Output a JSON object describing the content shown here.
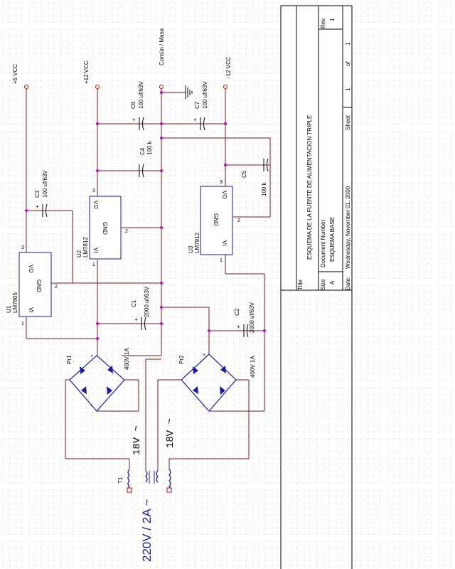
{
  "schematic": {
    "rails": {
      "p5": "+5 VCC",
      "p12": "+12 VCC",
      "gnd": "Común / Masa",
      "n12": "-12 VCC"
    },
    "regulators": [
      {
        "ref": "U1",
        "part": "LM7805",
        "vo": "VO",
        "gnd": "GND",
        "vi": "VI"
      },
      {
        "ref": "U2",
        "part": "LM7812",
        "vo": "VO",
        "gnd": "GND",
        "vi": "VI"
      },
      {
        "ref": "U3",
        "part": "LM7912",
        "vo": "VO",
        "gnd": "GND",
        "vi": "VI"
      }
    ],
    "capacitors": [
      {
        "ref": "C1",
        "value": "2000 uf/63V"
      },
      {
        "ref": "C2",
        "value": "2000 uf/63V"
      },
      {
        "ref": "C3",
        "value": "100 uf/63V"
      },
      {
        "ref": "C4",
        "value": "100 k"
      },
      {
        "ref": "C5",
        "value": "100 k"
      },
      {
        "ref": "C6",
        "value": "100 uf/63V"
      },
      {
        "ref": "C7",
        "value": "100 uf/63V"
      }
    ],
    "bridges": [
      {
        "ref": "Pr1",
        "rating": "400V 1A"
      },
      {
        "ref": "Pr2",
        "rating": "400V 1A"
      }
    ],
    "transformer": {
      "ref": "T1",
      "primary": "220V / 2A ~",
      "secondary1": "18V ~",
      "secondary2": "18V ~"
    },
    "pins": {
      "one": "1",
      "two": "2",
      "three": "3",
      "plus": "+",
      "minus": "-"
    }
  },
  "title_block": {
    "title_label": "Title",
    "title": "ESQUEMA DE LA FUENTE DE ALIMENTACION TRIPLE",
    "size_label": "Size",
    "size": "A",
    "docnum_label": "Document Number",
    "docnum": "ESQUEMA BASE",
    "rev_label": "Rev",
    "rev": "1",
    "date_label": "Date:",
    "date": "Wednesday, November 01, 2000",
    "sheet_label": "Sheet",
    "sheet": "1",
    "of_label": "of",
    "of": "1"
  },
  "colors": {
    "wire": "#7a1818",
    "junction": "#cc00cc",
    "component": "#1a1aa8"
  }
}
